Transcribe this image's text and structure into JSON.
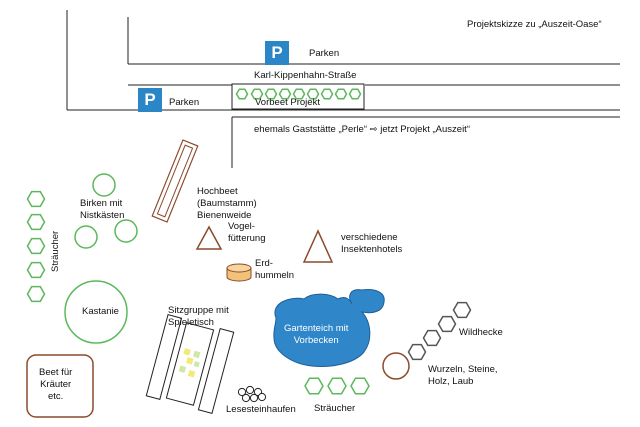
{
  "title": "Projektskizze zu „Auszeit-Oase“",
  "parking": {
    "sign_letter": "P",
    "label_top": "Parken",
    "label_left": "Parken"
  },
  "street": "Karl-Kippenhahn-Straße",
  "vorbeet": "Vorbeet Projekt",
  "building": "ehemals Gaststätte „Perle“ ⇨ jetzt Projekt „Auszeit“",
  "labels": {
    "birken": "Birken mit\nNistkästen",
    "hochbeet": "Hochbeet\n(Baumstamm)\nBienenweide",
    "vogel": "Vogel-\nfütterung",
    "erdhummeln": "Erd-\nhummeln",
    "insekten": "verschiedene\nInsektenhotels",
    "straeucher_left": "Sträucher",
    "kastanie": "Kastanie",
    "sitzgruppe": "Sitzgruppe mit\nSpieletisch",
    "teich": "Gartenteich mit\nVorbecken",
    "wildhecke": "Wildhecke",
    "wurzeln": "Wurzeln, Steine,\nHolz, Laub",
    "lesestein": "Lesesteinhaufen",
    "straeucher_bottom": "Sträucher",
    "beet": "Beet für\nKräuter\netc."
  },
  "colors": {
    "hedge_green": "#5bb85b",
    "hedge_grey": "#555555",
    "brown": "#8b4a2b",
    "pond": "#2f86c9",
    "parking_blue": "#2a86c6",
    "erdhummel_fill": "#f2c27a"
  }
}
